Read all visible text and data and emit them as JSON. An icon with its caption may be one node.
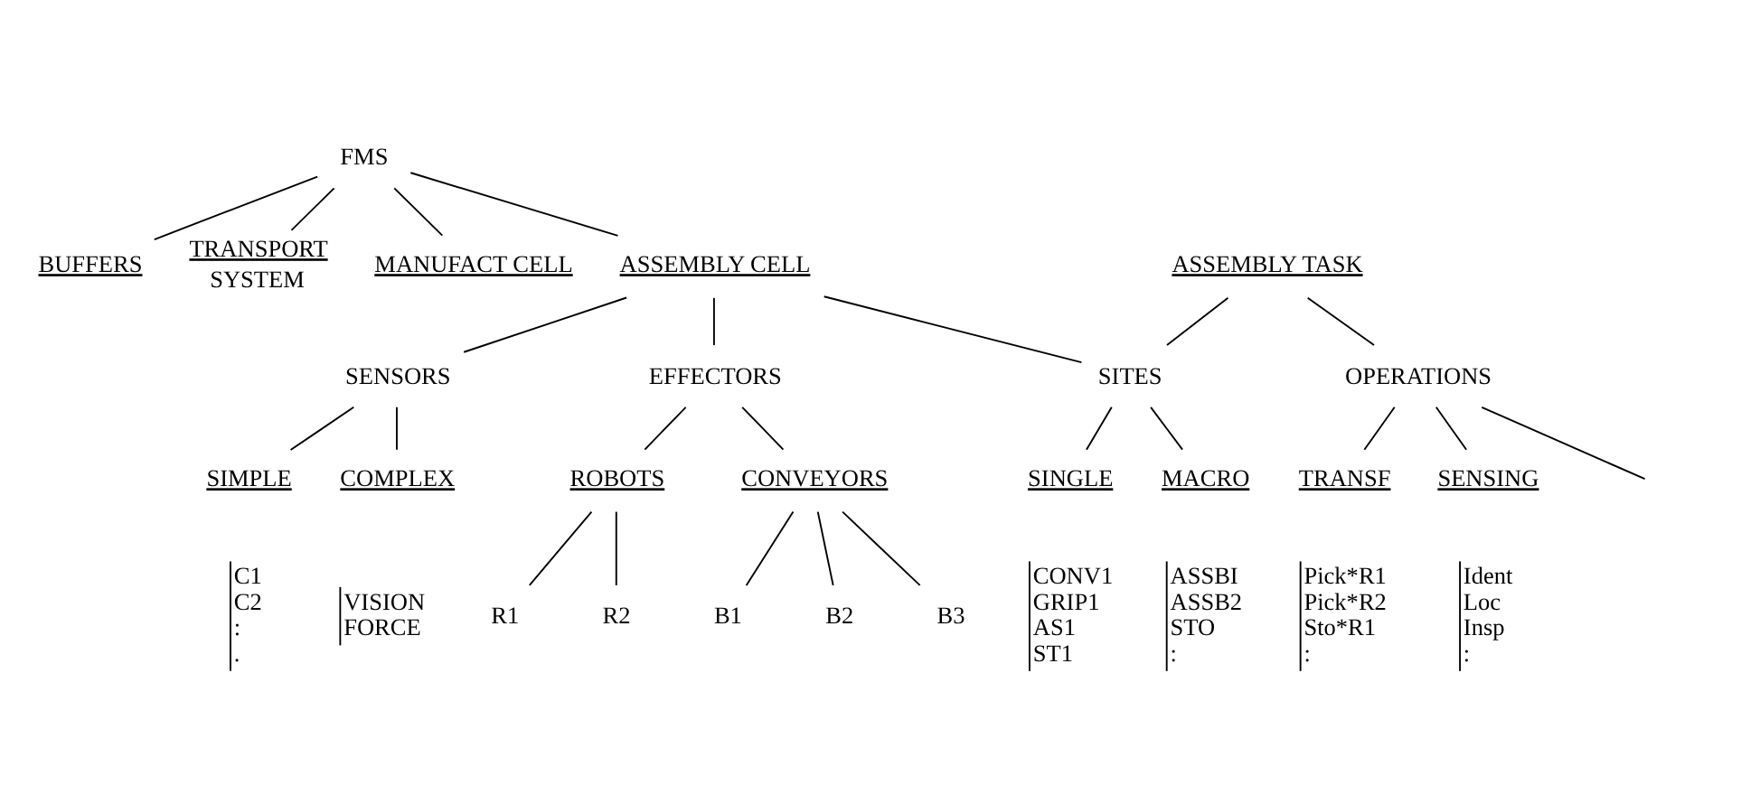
{
  "diagram": {
    "nodes": [
      {
        "text": [
          "FMS"
        ]
      },
      {
        "text": [
          "BUFFERS"
        ]
      },
      {
        "text": [
          "TRANSPORT",
          "SYSTEM"
        ]
      },
      {
        "text": [
          "MANUFACT CELL"
        ]
      },
      {
        "text": [
          "ASSEMBLY CELL"
        ]
      },
      {
        "text": [
          "ASSEMBLY TASK"
        ]
      },
      {
        "text": [
          "SENSORS"
        ]
      },
      {
        "text": [
          "EFFECTORS"
        ]
      },
      {
        "text": [
          "SITES"
        ]
      },
      {
        "text": [
          "OPERATIONS"
        ]
      },
      {
        "text": [
          "SIMPLE"
        ],
        "beside": [
          "C1",
          "C2",
          ":",
          "."
        ]
      },
      {
        "text": [
          "COMPLEX"
        ],
        "beside": [
          "VISION",
          "FORCE"
        ]
      },
      {
        "text": [
          "ROBOTS"
        ]
      },
      {
        "text": [
          "CONVEYORS"
        ]
      },
      {
        "text": [
          "SINGLE"
        ],
        "beside": [
          "CONV1",
          "GRIP1",
          "AS1",
          "ST1"
        ]
      },
      {
        "text": [
          "MACRO"
        ],
        "beside": [
          "ASSBI",
          "ASSB2",
          "STO",
          ":"
        ]
      },
      {
        "text": [
          "TRANSF"
        ],
        "beside": [
          "Pick*R1",
          "Pick*R2",
          "Sto*R1",
          ":"
        ]
      },
      {
        "text": [
          "SENSING"
        ],
        "beside": [
          "Ident",
          "Loc",
          "Insp",
          ":"
        ]
      },
      {
        "text": [
          "R1"
        ]
      },
      {
        "text": [
          "R2"
        ]
      },
      {
        "text": [
          "B1"
        ]
      },
      {
        "text": [
          "B2"
        ]
      },
      {
        "text": [
          "B3"
        ]
      }
    ],
    "edges": [
      {
        "from": 0,
        "to": 1,
        "arrow": "none"
      },
      {
        "from": 0,
        "to": 2,
        "arrow": "none"
      },
      {
        "from": 0,
        "to": 3,
        "arrow": "none"
      },
      {
        "from": 0,
        "to": 4,
        "arrow": "none"
      },
      {
        "from": 4,
        "to": 6,
        "arrow": "none"
      },
      {
        "from": 4,
        "to": 7,
        "arrow": "none"
      },
      {
        "from": 4,
        "to": 8,
        "arrow": "none"
      },
      {
        "from": 5,
        "to": 8,
        "arrow": "none"
      },
      {
        "from": 5,
        "to": 9,
        "arrow": "none"
      },
      {
        "from": 6,
        "to": 10,
        "arrow": "none"
      },
      {
        "from": 6,
        "to": 11,
        "arrow": "none"
      },
      {
        "from": 7,
        "to": 12,
        "arrow": "none"
      },
      {
        "from": 7,
        "to": 13,
        "arrow": "none"
      },
      {
        "from": 8,
        "to": 14,
        "arrow": "none"
      },
      {
        "from": 8,
        "to": 15,
        "arrow": "none"
      },
      {
        "from": 9,
        "to": 16,
        "arrow": "none"
      },
      {
        "from": 9,
        "to": 17,
        "arrow": "none"
      },
      {
        "from": 9,
        "to": null,
        "arrow": "none"
      },
      {
        "from": 12,
        "to": 18,
        "arrow": "none"
      },
      {
        "from": 12,
        "to": 19,
        "arrow": "none"
      },
      {
        "from": 13,
        "to": 20,
        "arrow": "none"
      },
      {
        "from": 13,
        "to": 21,
        "arrow": "none"
      },
      {
        "from": 13,
        "to": 22,
        "arrow": "none"
      }
    ]
  }
}
